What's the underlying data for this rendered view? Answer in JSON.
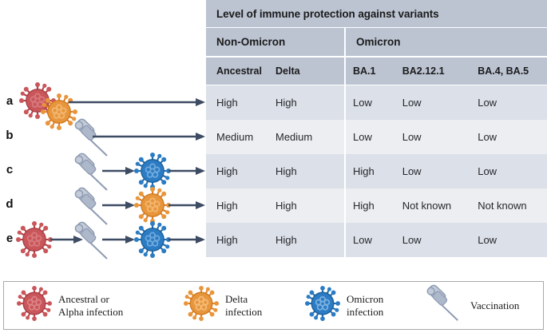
{
  "table": {
    "title": "Level of immune protection against variants",
    "groups": [
      {
        "label": "Non-Omicron"
      },
      {
        "label": "Omicron"
      }
    ],
    "columns": [
      {
        "key": "ancestral",
        "label": "Ancestral",
        "group": "Non-Omicron"
      },
      {
        "key": "delta",
        "label": "Delta",
        "group": "Non-Omicron"
      },
      {
        "key": "ba1",
        "label": "BA.1",
        "group": "Omicron"
      },
      {
        "key": "ba2121",
        "label": "BA2.12.1",
        "group": "Omicron"
      },
      {
        "key": "ba4ba5",
        "label": "BA.4, BA.5",
        "group": "Omicron"
      }
    ],
    "rows": [
      {
        "id": "a",
        "label": "a",
        "ancestral": "High",
        "delta": "High",
        "ba1": "Low",
        "ba2121": "Low",
        "ba4ba5": "Low"
      },
      {
        "id": "b",
        "label": "b",
        "ancestral": "Medium",
        "delta": "Medium",
        "ba1": "Low",
        "ba2121": "Low",
        "ba4ba5": "Low"
      },
      {
        "id": "c",
        "label": "c",
        "ancestral": "High",
        "delta": "High",
        "ba1": "High",
        "ba2121": "Low",
        "ba4ba5": "Low"
      },
      {
        "id": "d",
        "label": "d",
        "ancestral": "High",
        "delta": "High",
        "ba1": "High",
        "ba2121": "Not known",
        "ba4ba5": "Not known"
      },
      {
        "id": "e",
        "label": "e",
        "ancestral": "High",
        "delta": "High",
        "ba1": "Low",
        "ba2121": "Low",
        "ba4ba5": "Low"
      }
    ]
  },
  "diagram": {
    "rows": [
      {
        "id": "a",
        "label": "a",
        "sequence": [
          "ancestral-virus",
          "delta-virus"
        ]
      },
      {
        "id": "b",
        "label": "b",
        "sequence": [
          "vaccination"
        ]
      },
      {
        "id": "c",
        "label": "c",
        "sequence": [
          "vaccination",
          "omicron-virus"
        ]
      },
      {
        "id": "d",
        "label": "d",
        "sequence": [
          "vaccination",
          "delta-virus"
        ]
      },
      {
        "id": "e",
        "label": "e",
        "sequence": [
          "ancestral-virus",
          "vaccination",
          "omicron-virus"
        ]
      }
    ]
  },
  "legend": {
    "items": [
      {
        "icon": "ancestral-virus-icon",
        "line1": "Ancestral or",
        "line2": "Alpha infection"
      },
      {
        "icon": "delta-virus-icon",
        "line1": "Delta",
        "line2": "infection"
      },
      {
        "icon": "omicron-virus-icon",
        "line1": "Omicron",
        "line2": "infection"
      },
      {
        "icon": "syringe-icon",
        "line1": "Vaccination",
        "line2": ""
      }
    ]
  },
  "colors": {
    "ancestral_red": "#c9565a",
    "delta_orange": "#e8963c",
    "omicron_blue": "#2b7cc4",
    "syringe_gray": "#a8b2c4",
    "arrow_navy": "#3d4b63",
    "header_bg": "#bcc4d2",
    "row_dark": "#dce0e8",
    "row_light": "#eceef2"
  }
}
